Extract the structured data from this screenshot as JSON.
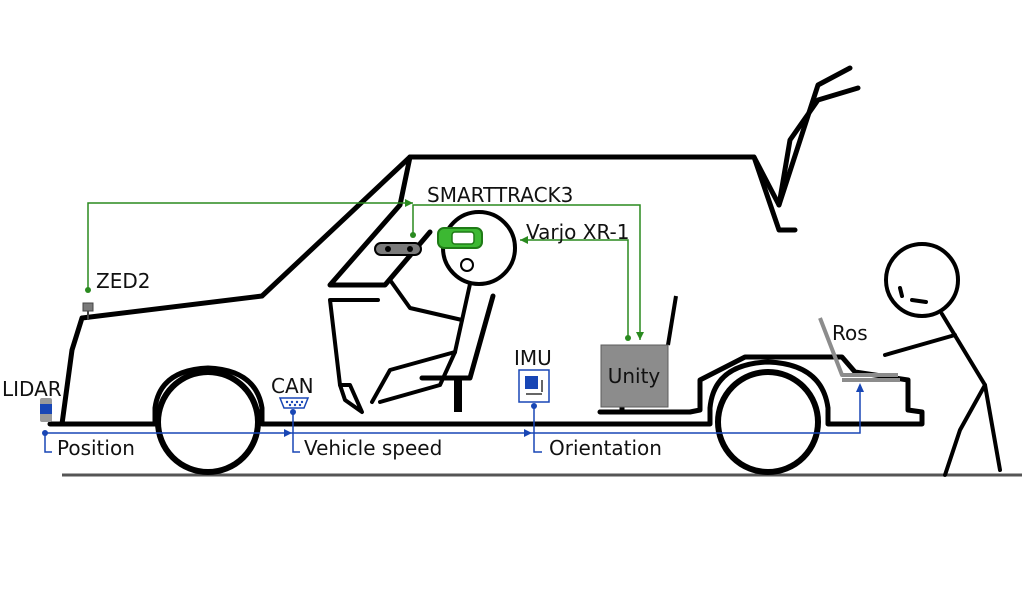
{
  "labels": {
    "smarttrack": "SMARTTRACK3",
    "varjo": "Varjo XR-1",
    "zed2": "ZED2",
    "ros": "Ros",
    "imu": "IMU",
    "can": "CAN",
    "lidar": "LIDAR",
    "unity": "Unity",
    "position": "Position",
    "vehicle_speed": "Vehicle speed",
    "orientation": "Orientation"
  },
  "colors": {
    "tracking_links": "#2a8a1f",
    "data_bus": "#1846b5",
    "unity_box": "#8c8c8c",
    "headset": "#3cb832"
  }
}
